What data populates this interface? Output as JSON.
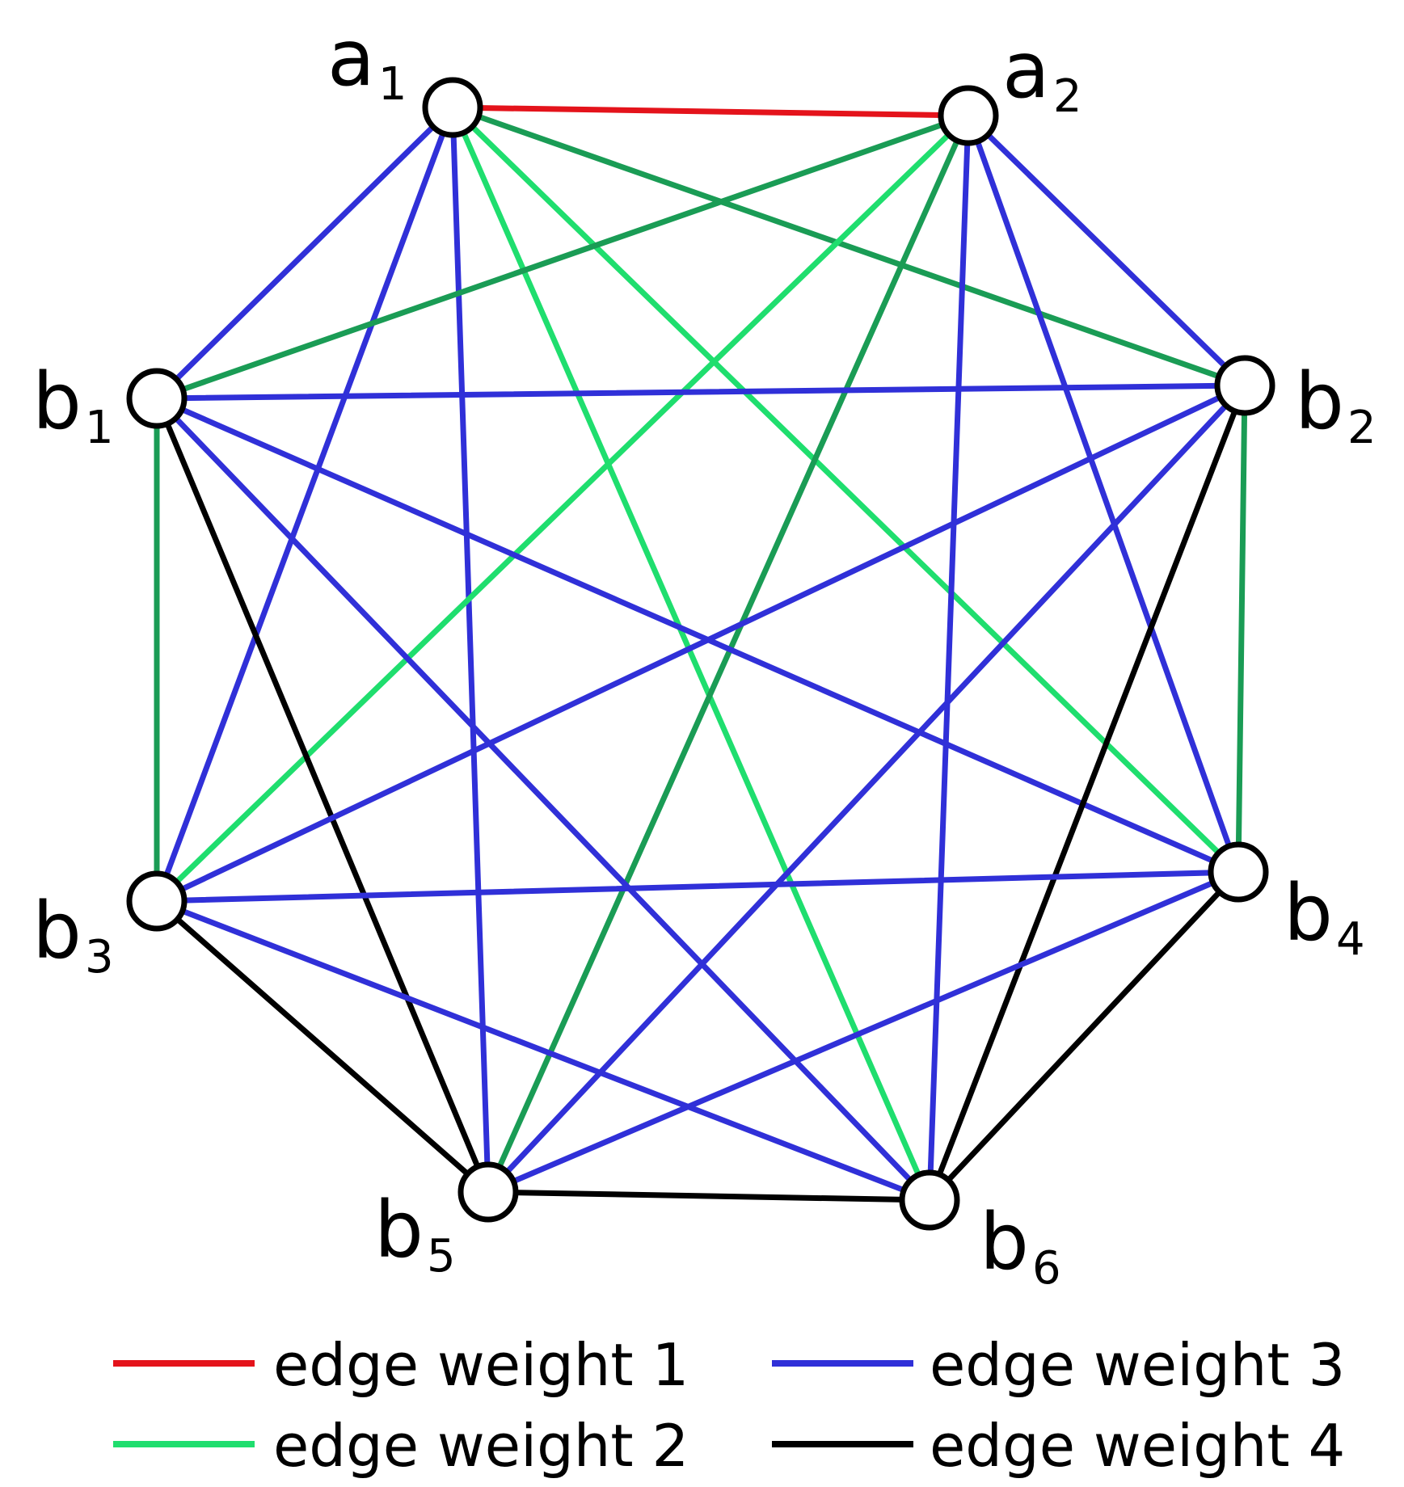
{
  "nodes": [
    {
      "id": "a1",
      "base": "a",
      "sub": "1"
    },
    {
      "id": "a2",
      "base": "a",
      "sub": "2"
    },
    {
      "id": "b1",
      "base": "b",
      "sub": "1"
    },
    {
      "id": "b2",
      "base": "b",
      "sub": "2"
    },
    {
      "id": "b3",
      "base": "b",
      "sub": "3"
    },
    {
      "id": "b4",
      "base": "b",
      "sub": "4"
    },
    {
      "id": "b5",
      "base": "b",
      "sub": "5"
    },
    {
      "id": "b6",
      "base": "b",
      "sub": "6"
    }
  ],
  "edges": [
    {
      "from": "a1",
      "to": "a2",
      "weight": 1
    },
    {
      "from": "a1",
      "to": "b1",
      "weight": 3
    },
    {
      "from": "a1",
      "to": "b3",
      "weight": 3
    },
    {
      "from": "a1",
      "to": "b5",
      "weight": 3
    },
    {
      "from": "a1",
      "to": "b2",
      "weight": 2
    },
    {
      "from": "a1",
      "to": "b4",
      "weight": 2
    },
    {
      "from": "a1",
      "to": "b6",
      "weight": 2
    },
    {
      "from": "a2",
      "to": "b2",
      "weight": 3
    },
    {
      "from": "a2",
      "to": "b4",
      "weight": 3
    },
    {
      "from": "a2",
      "to": "b6",
      "weight": 3
    },
    {
      "from": "a2",
      "to": "b1",
      "weight": 2
    },
    {
      "from": "a2",
      "to": "b3",
      "weight": 2
    },
    {
      "from": "a2",
      "to": "b5",
      "weight": 2
    },
    {
      "from": "b1",
      "to": "b2",
      "weight": 3
    },
    {
      "from": "b1",
      "to": "b4",
      "weight": 3
    },
    {
      "from": "b1",
      "to": "b6",
      "weight": 3
    },
    {
      "from": "b1",
      "to": "b3",
      "weight": 2
    },
    {
      "from": "b1",
      "to": "b5",
      "weight": 4
    },
    {
      "from": "b2",
      "to": "b3",
      "weight": 3
    },
    {
      "from": "b2",
      "to": "b5",
      "weight": 3
    },
    {
      "from": "b2",
      "to": "b4",
      "weight": 2
    },
    {
      "from": "b2",
      "to": "b6",
      "weight": 4
    },
    {
      "from": "b3",
      "to": "b4",
      "weight": 3
    },
    {
      "from": "b3",
      "to": "b6",
      "weight": 3
    },
    {
      "from": "b3",
      "to": "b5",
      "weight": 4
    },
    {
      "from": "b4",
      "to": "b5",
      "weight": 3
    },
    {
      "from": "b4",
      "to": "b6",
      "weight": 4
    },
    {
      "from": "b5",
      "to": "b6",
      "weight": 4
    }
  ],
  "colors": {
    "weight_1": "#e4131b",
    "weight_2": "#1fde6e",
    "weight_2_alt": "#1a9c55",
    "weight_3": "#3030d8",
    "weight_4": "#000000",
    "node_fill": "#ffffff",
    "node_stroke": "#000000"
  },
  "legend": [
    {
      "weight": 1,
      "label": "edge weight 1"
    },
    {
      "weight": 3,
      "label": "edge weight 3"
    },
    {
      "weight": 2,
      "label": "edge weight 2"
    },
    {
      "weight": 4,
      "label": "edge weight 4"
    }
  ]
}
